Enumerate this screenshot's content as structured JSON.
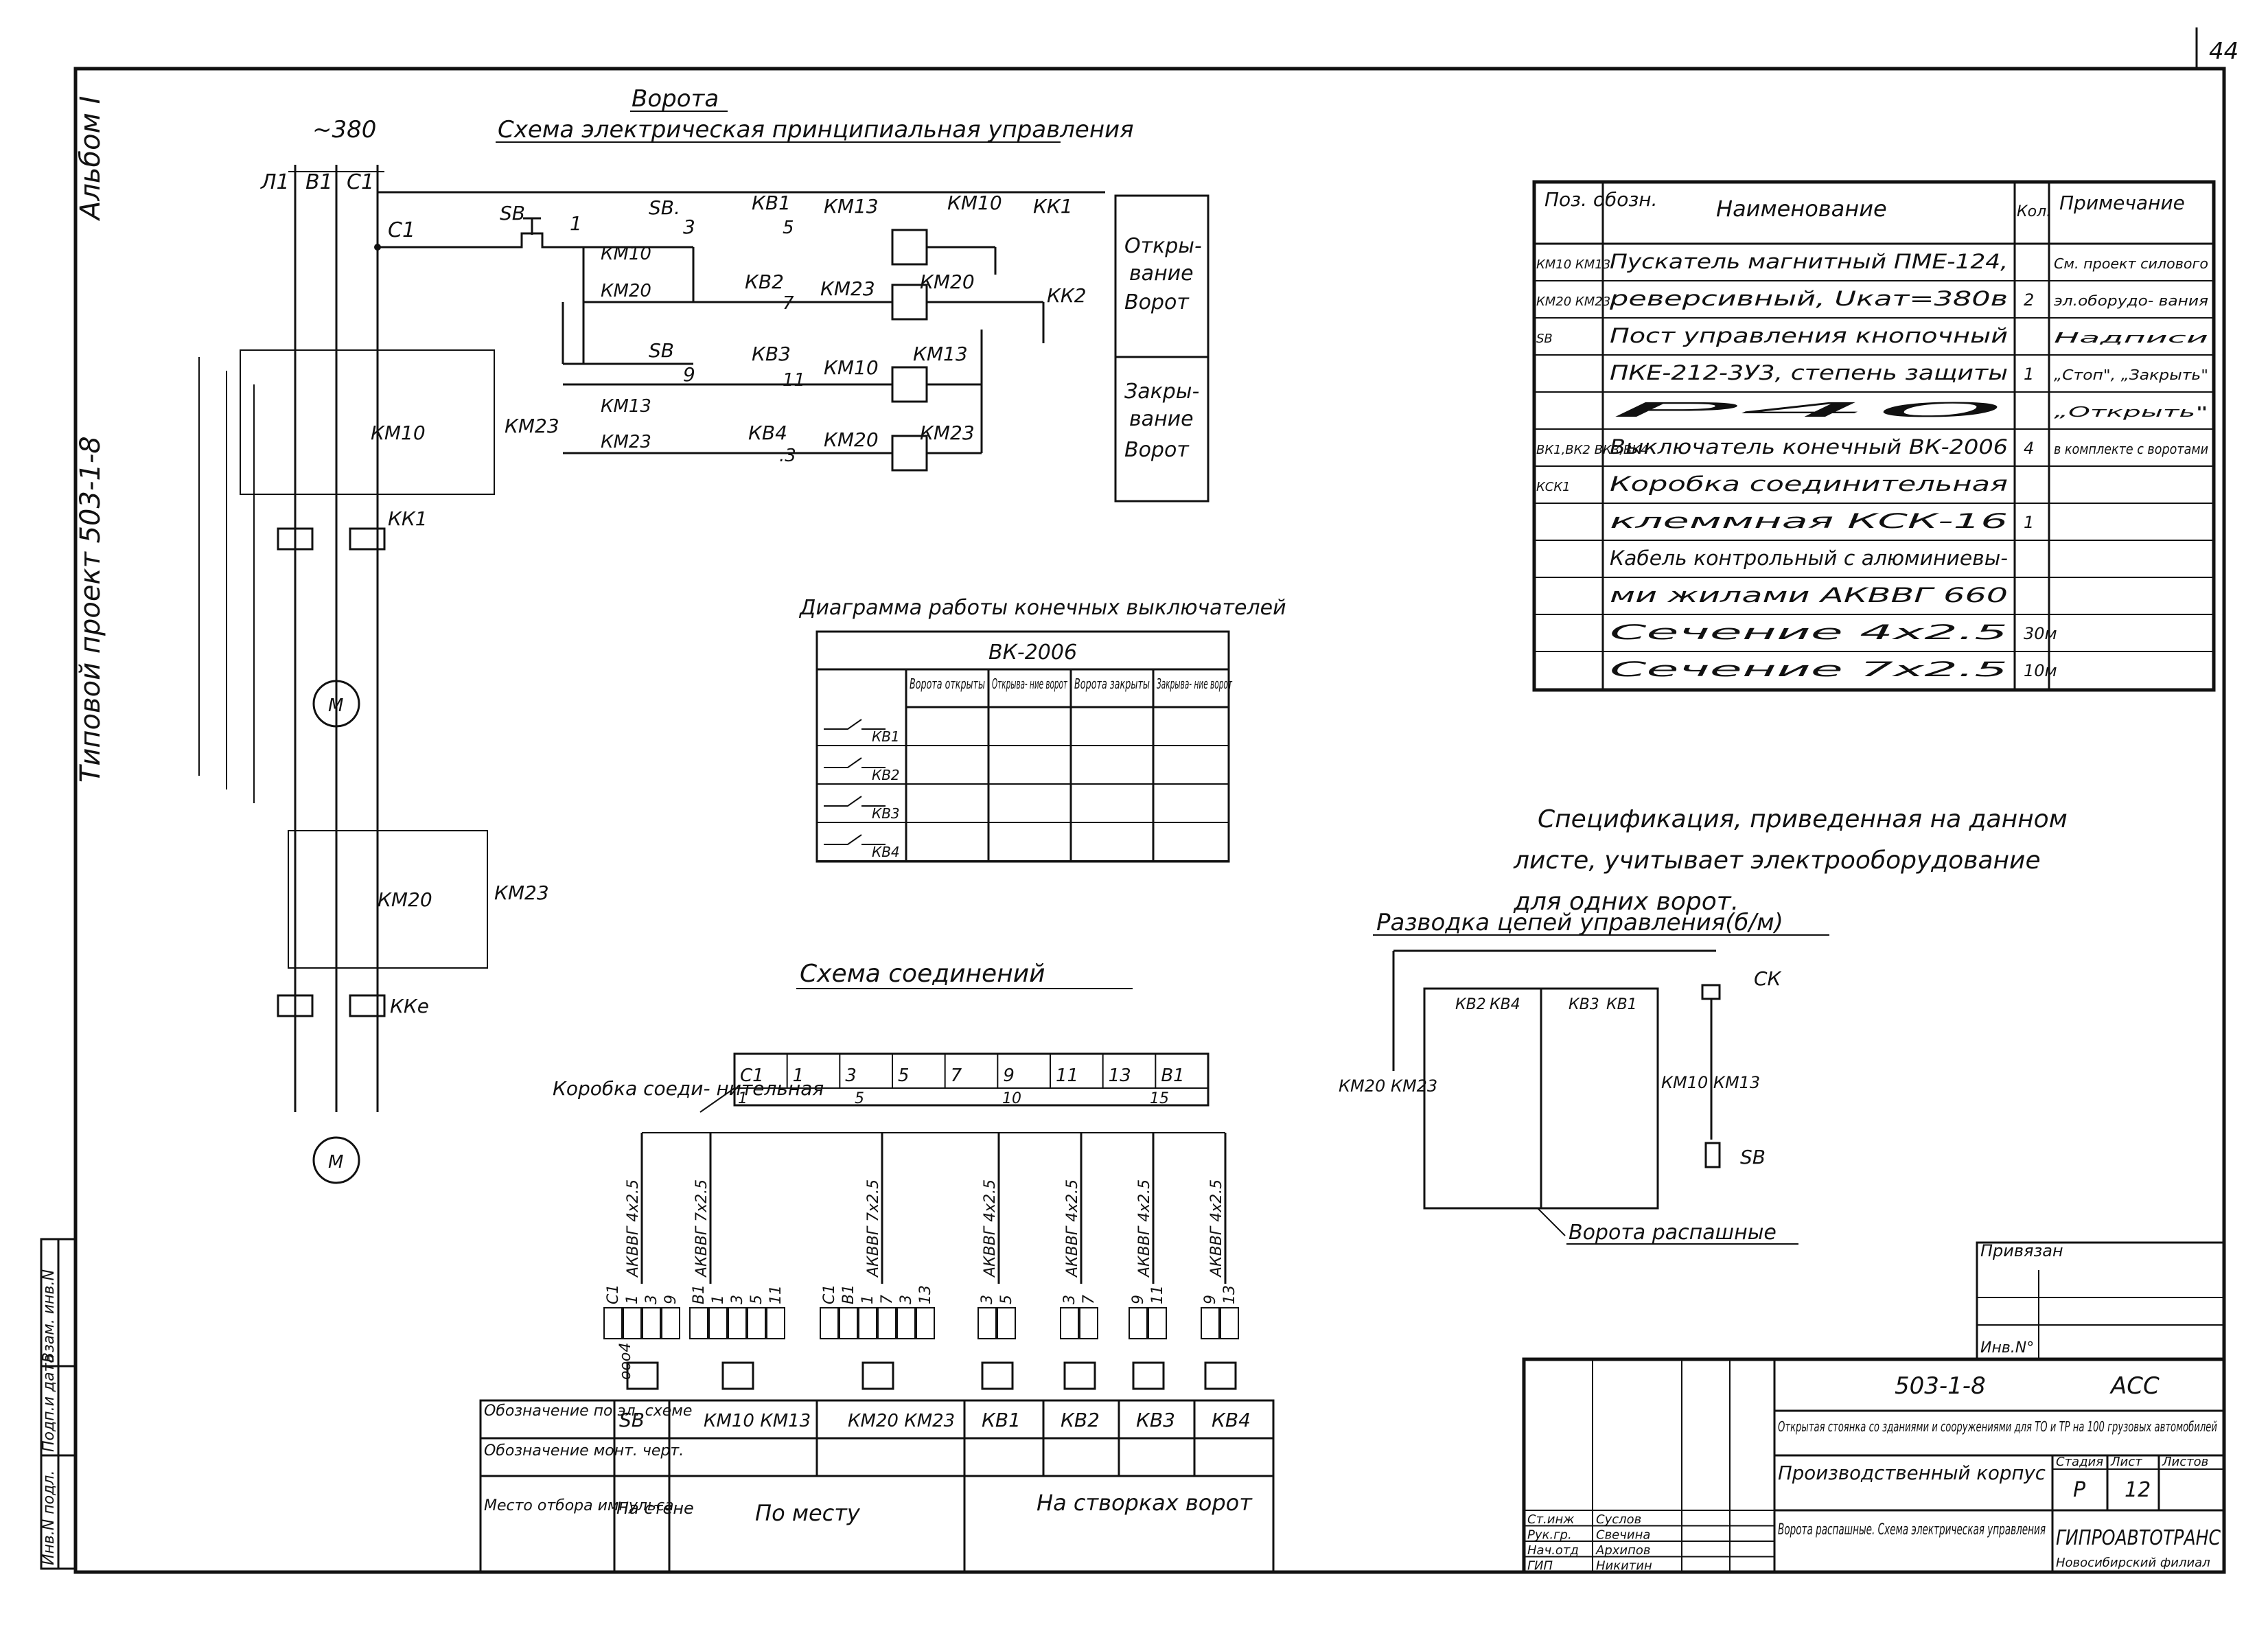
{
  "sheet": {
    "page_number": "44",
    "album_label": "Альбом I",
    "project_label": "Типовой проект 503-1-8",
    "stamp_cols": [
      "Инв.N подл.",
      "Подп.и дата",
      "Взам. инв.N"
    ]
  },
  "main_schematic": {
    "title_line1": "Ворота",
    "title_line2": "Схема электрическая принципиальная управления",
    "voltage": "~380",
    "phases": [
      "Л1",
      "В1",
      "С1"
    ],
    "node_c1": "С1",
    "node_labels": [
      "1",
      "3",
      "5",
      "7",
      "9",
      "11",
      ".3"
    ],
    "contacts": {
      "sb1": "SB",
      "sb2": "SB.",
      "sb3": "SB",
      "km10": "КМ10",
      "km20": "КМ20",
      "km13": "КМ13",
      "km23": "КМ23",
      "kv1": "КВ1",
      "kv2": "КВ2",
      "kv3": "КВ3",
      "kv4": "КВ4",
      "kk1": "КК1",
      "kk2": "КК2"
    },
    "row_labels": [
      {
        "contact": "КМ13",
        "coil": "КМ10"
      },
      {
        "contact": "КМ23",
        "coil": "КМ20"
      },
      {
        "contact": "КМ10",
        "coil": "КМ13"
      },
      {
        "contact": "КМ20",
        "coil": "КМ23"
      }
    ],
    "side_box": {
      "open_l1": "Откры-",
      "open_l2": "вание",
      "open_l3": "Ворот",
      "close_l1": "Закры-",
      "close_l2": "вание",
      "close_l3": "Ворот"
    },
    "power": {
      "km10": "КМ10",
      "km23_top": "КМ23",
      "kk1": "КК1",
      "km20": "КМ20",
      "km23_bottom": "КМ23",
      "kk2": "ККе",
      "motor": "М"
    }
  },
  "spec_table": {
    "headers": [
      "Поз. обозн.",
      "Наименование",
      "Кол.",
      "Примечание"
    ],
    "rows": [
      {
        "pos": "КМ10 КМ13",
        "name": "Пускатель магнитный ПМЕ-124,",
        "qty": "",
        "note": "См. проект силового"
      },
      {
        "pos": "КМ20 КМ23",
        "name": "реверсивный, Uкат=380в",
        "qty": "2",
        "note": "эл.оборудо- вания"
      },
      {
        "pos": "SB",
        "name": "Пост управления кнопочный",
        "qty": "",
        "note": "Надписи"
      },
      {
        "pos": "",
        "name": "ПКЕ-212-3У3, степень защиты",
        "qty": "1",
        "note": "„Стоп\", „Закрыть\""
      },
      {
        "pos": "",
        "name": "Р40",
        "qty": "",
        "note": "„Открыть\""
      },
      {
        "pos": "ВК1,ВК2 ВК3,ВК4",
        "name": "Выключатель конечный ВК-2006",
        "qty": "4",
        "note": "в комплекте с воротами"
      },
      {
        "pos": "КСК1",
        "name": "Коробка соединительная",
        "qty": "",
        "note": ""
      },
      {
        "pos": "",
        "name": "клеммная КСК-16",
        "qty": "1",
        "note": ""
      },
      {
        "pos": "",
        "name": "Кабель контрольный с алюминиевы-",
        "qty": "",
        "note": ""
      },
      {
        "pos": "",
        "name": "ми жилами АКВВГ 660",
        "qty": "",
        "note": ""
      },
      {
        "pos": "",
        "name": "Сечение 4х2.5",
        "qty": "30м",
        "note": ""
      },
      {
        "pos": "",
        "name": "Сечение 7х2.5",
        "qty": "10м",
        "note": ""
      }
    ]
  },
  "diagram_switches": {
    "title": "Диаграмма работы конечных выключателей",
    "device": "ВК-2006",
    "columns": [
      "Ворота открыты",
      "Открыва- ние ворот",
      "Ворота закрыты",
      "Закрыва- ние ворот"
    ],
    "rows": [
      "КВ1",
      "КВ2",
      "КВ3",
      "КВ4"
    ]
  },
  "note_text": {
    "l1": "Спецификация, приведенная на данном",
    "l2": "листе, учитывает электрооборудование",
    "l3": "для одних ворот."
  },
  "routing": {
    "title": "Разводка цепей управления(б/м)",
    "labels": [
      "КВ2",
      "КВ4",
      "КВ3",
      "КВ1"
    ],
    "ck": "СК",
    "km_left": "КМ20 КМ23",
    "km_right": "КМ10 КМ13",
    "sb": "SB",
    "gate": "Ворота распашные"
  },
  "connections": {
    "title": "Схема соединений",
    "box_label": "Коробка соеди- нительная",
    "terminal_top": [
      "С1",
      "1",
      "3",
      "5",
      "7",
      "9",
      "11",
      "13",
      "В1"
    ],
    "terminal_bottom": [
      "1",
      "5",
      "10",
      "15"
    ],
    "cables": [
      "АКВВГ 4х2.5",
      "АКВВГ 7х2.5",
      "АКВВГ 7х2.5",
      "АКВВГ 4х2.5",
      "АКВВГ 4х2.5",
      "АКВВГ 4х2.5",
      "АКВВГ 4х2.5"
    ],
    "device_terms": [
      [
        "С1",
        "1",
        "3",
        "9"
      ],
      [
        "В1",
        "1",
        "3",
        "5",
        "11"
      ],
      [
        "С1",
        "В1",
        "1",
        "7",
        "3",
        "13"
      ],
      [
        "3",
        "5"
      ],
      [
        "3",
        "7"
      ],
      [
        "9",
        "11"
      ],
      [
        "9",
        "13"
      ]
    ],
    "extra_mark": "ооо4"
  },
  "bottom_table": {
    "row_headers": [
      "Обозначение по эл. схеме",
      "Обозначение монт. черт.",
      "Место отбора импульса"
    ],
    "row1": [
      "SB",
      "КМ10 КМ13",
      "КМ20 КМ23",
      "КВ1",
      "КВ2",
      "КВ3",
      "КВ4"
    ],
    "place_sb": "На стене",
    "place_mid": "По месту",
    "place_right": "На створках ворот"
  },
  "title_block": {
    "privyazan": "Привязан",
    "inv": "Инв.N°",
    "code": "503-1-8",
    "series": "АСС",
    "subject": "Открытая стоянка со зданиями и сооружениями для ТО и ТР на 100 грузовых автомобилей",
    "building": "Производственный корпус",
    "stage_hdr": "Стадия",
    "sheet_hdr": "Лист",
    "sheets_hdr": "Листов",
    "stage": "Р",
    "sheet": "12",
    "sheets": "",
    "drawing": "Ворота распашные. Схема электрическая управления",
    "org": "ГИПРОАВТОТРАНС",
    "org_city": "Новосибирский филиал",
    "roles": [
      "Ст.инж",
      "Рук.гр.",
      "Нач.отд",
      "ГИП"
    ],
    "names": [
      "Суслов",
      "Свечина",
      "Архипов",
      "Никитин"
    ]
  }
}
